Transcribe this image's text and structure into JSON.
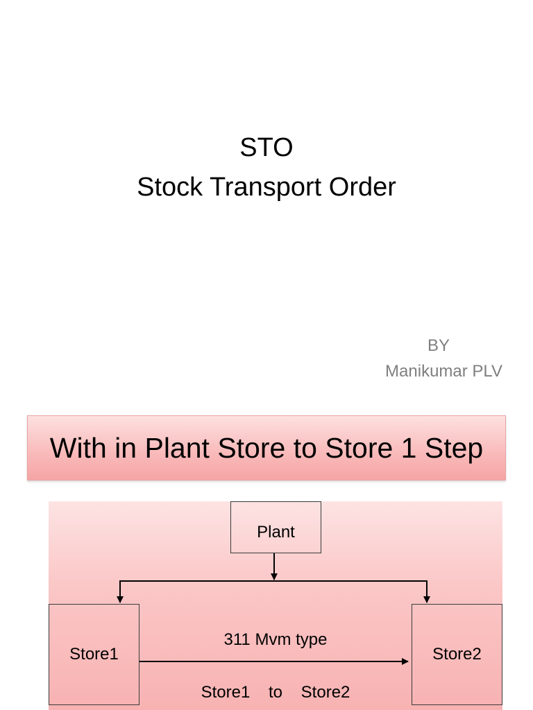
{
  "slide1": {
    "title_line1": "STO",
    "title_line2": "Stock Transport Order",
    "by_label": "BY",
    "author": "Manikumar PLV"
  },
  "slide2": {
    "banner": "With in Plant Store to Store 1 Step",
    "diagram": {
      "plant": "Plant",
      "store1": "Store1",
      "store2": "Store2",
      "movement_label": "311 Mvm type",
      "flow_from": "Store1",
      "flow_to": "to",
      "flow_target": "Store2"
    }
  }
}
